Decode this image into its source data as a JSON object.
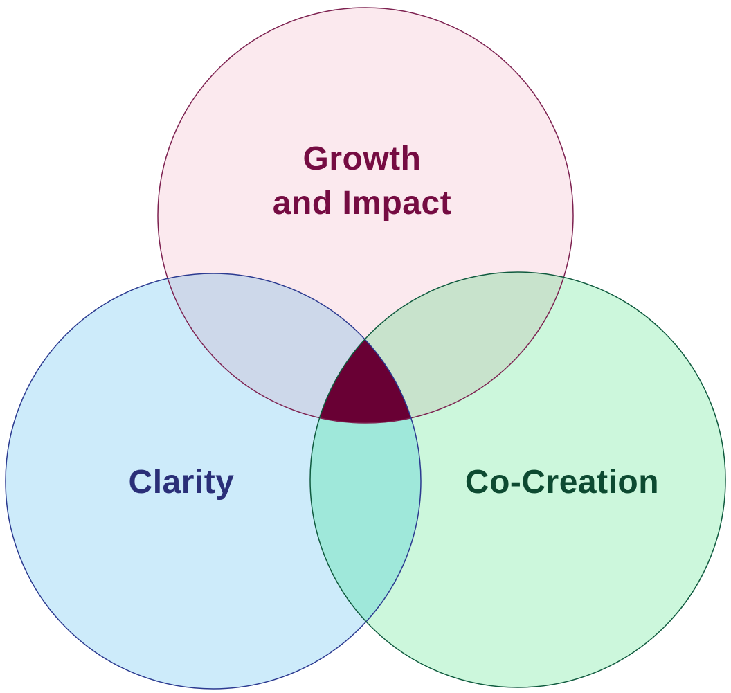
{
  "diagram": {
    "type": "venn",
    "background": "#ffffff",
    "circles": [
      {
        "name": "growth-and-impact",
        "label": "Growth and Impact",
        "label_lines": [
          "Growth",
          "and Impact"
        ],
        "fill": "#fbe9ee",
        "stroke": "#7d2150",
        "text_color": "#750c42"
      },
      {
        "name": "clarity",
        "label": "Clarity",
        "label_lines": [
          "Clarity"
        ],
        "fill": "#cdebfa",
        "stroke": "#2b3a90",
        "text_color": "#2a2f78"
      },
      {
        "name": "co-creation",
        "label": "Co-Creation",
        "label_lines": [
          "Co-Creation"
        ],
        "fill": "#ccf7dc",
        "stroke": "#0f5a3e",
        "text_color": "#0d4a31"
      }
    ],
    "overlaps": {
      "growth_clarity": "#cdd8ea",
      "growth_cocreation": "#c8e3cc",
      "clarity_cocreation": "#9fe8da",
      "center": "#690034"
    }
  }
}
